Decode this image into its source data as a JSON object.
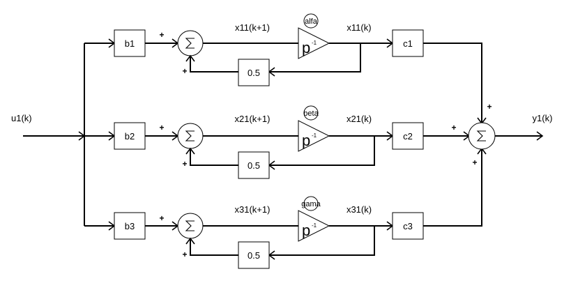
{
  "diagram": {
    "input_label": "u1(k)",
    "output_label": "y1(k)",
    "delay_label": "p",
    "delay_exponent": "-1",
    "plus_sign": "+",
    "branches": [
      {
        "input_gain": "b1",
        "next_state": "x11(k+1)",
        "param": "alfa",
        "state": "x11(k)",
        "feedback_gain": "0.5",
        "output_gain": "c1"
      },
      {
        "input_gain": "b2",
        "next_state": "x21(k+1)",
        "param": "beta",
        "state": "x21(k)",
        "feedback_gain": "0.5",
        "output_gain": "c2"
      },
      {
        "input_gain": "b3",
        "next_state": "x31(k+1)",
        "param": "gama",
        "state": "x31(k)",
        "feedback_gain": "0.5",
        "output_gain": "c3"
      }
    ]
  }
}
